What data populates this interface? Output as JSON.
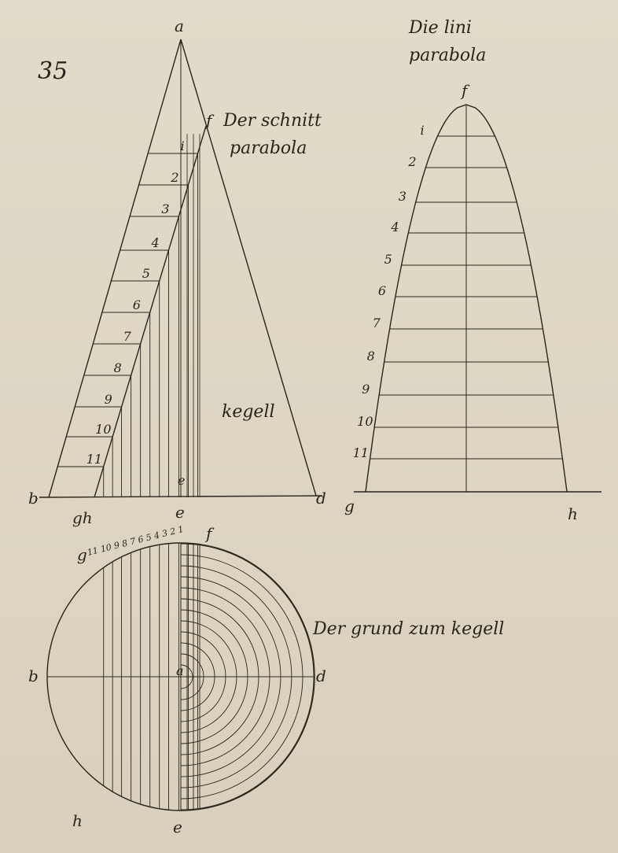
{
  "page_number": "35",
  "cone": {
    "apex_label": "a",
    "cut_top_label": "f",
    "caption_line1": "Der schnitt",
    "caption_line2": "parabola",
    "body_label": "kegell",
    "left_base_label": "b",
    "right_base_label": "d",
    "cut_base_label": "gh",
    "axis_base_label": "e",
    "small_e_label": "e",
    "level_labels": [
      "i",
      "2",
      "3",
      "4",
      "5",
      "6",
      "7",
      "8",
      "9",
      "10",
      "11"
    ]
  },
  "parabola": {
    "title_line1": "Die lini",
    "title_line2": "parabola",
    "apex_label": "f",
    "left_base_label": "g",
    "right_base_label": "h",
    "level_labels": [
      "i",
      "2",
      "3",
      "4",
      "5",
      "6",
      "7",
      "8",
      "9",
      "10",
      "11"
    ]
  },
  "base_circle": {
    "caption": "Der grund zum kegell",
    "top_label": "f",
    "left_label": "b",
    "right_label": "d",
    "center_label": "a",
    "bottom_label": "e",
    "bottom_left_label": "h",
    "top_left_label": "g",
    "chord_labels": "11 10 9 8 7 6 5 4 3 2 1"
  }
}
